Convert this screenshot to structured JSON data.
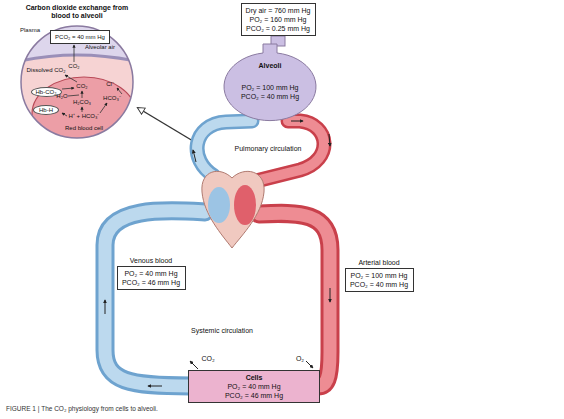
{
  "diagram": {
    "caption": "FIGURE 1 | The CO₂ physiology from cells to alveoli.",
    "nodes": [
      {
        "text": [
          "Carbon dioxide exchange from blood to alveoli"
        ]
      },
      {
        "text": [
          "PCO₂ = 40 mm Hg"
        ],
        "in": 0
      },
      {
        "text": [
          "Hb-CO₂"
        ],
        "in": 0
      },
      {
        "text": [
          "Hb-H"
        ],
        "in": 0
      },
      {
        "text": [
          "Dry air = 760 mm Hg",
          "PO₂ = 160 mm Hg",
          "PCO₂ = 0.25 mm Hg"
        ]
      },
      {
        "text": [
          "Alveoli",
          "PO₂ = 100 mm Hg",
          "PCO₂ = 40 mm Hg"
        ]
      },
      {
        "text": [
          "Venous blood",
          "PO₂ = 40 mm Hg",
          "PCO₂ = 46 mm Hg"
        ]
      },
      {
        "text": [
          "Arterial blood",
          "PO₂ = 100 mm Hg",
          "PCO₂ = 40 mm Hg"
        ]
      },
      {
        "text": [
          "Cells",
          "PO₂ = 40 mm Hg",
          "PCO₂ = 46 mm Hg"
        ]
      }
    ],
    "labels": [
      "Plasma",
      "CO₂",
      "Alveolar air",
      "Dissolved CO₂",
      "CO₂",
      "H₂O",
      "H₂CO₃",
      "Cl⁻",
      "HCO₃⁻",
      "H⁺ + HCO₃⁻",
      "Red blood cell",
      "Pulmonary circulation",
      "Systemic circulation",
      "CO₂",
      "O₂"
    ]
  }
}
